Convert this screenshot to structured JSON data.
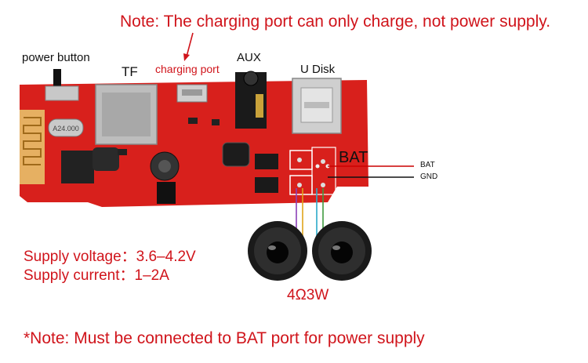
{
  "notes": {
    "top": "Note: The charging port can only charge, not power supply.",
    "bottom": "*Note: Must be connected to BAT port for power supply"
  },
  "labels": {
    "power_button": "power button",
    "tf": "TF",
    "charging_port": "charging port",
    "aux": "AUX",
    "u_disk": "U Disk",
    "bat_big": "BAT",
    "wire_bat": "BAT",
    "wire_gnd": "GND",
    "crystal": "A24.000"
  },
  "specs": {
    "supply_voltage": "Supply voltage：3.6–4.2V",
    "supply_current": "Supply current：1–2A"
  },
  "speaker": {
    "rating": "4Ω3W"
  },
  "colors": {
    "pcb": "#d8201c",
    "annotation_red": "#d0141b",
    "wire_red": "#cc0000",
    "wire_black": "#111111"
  }
}
